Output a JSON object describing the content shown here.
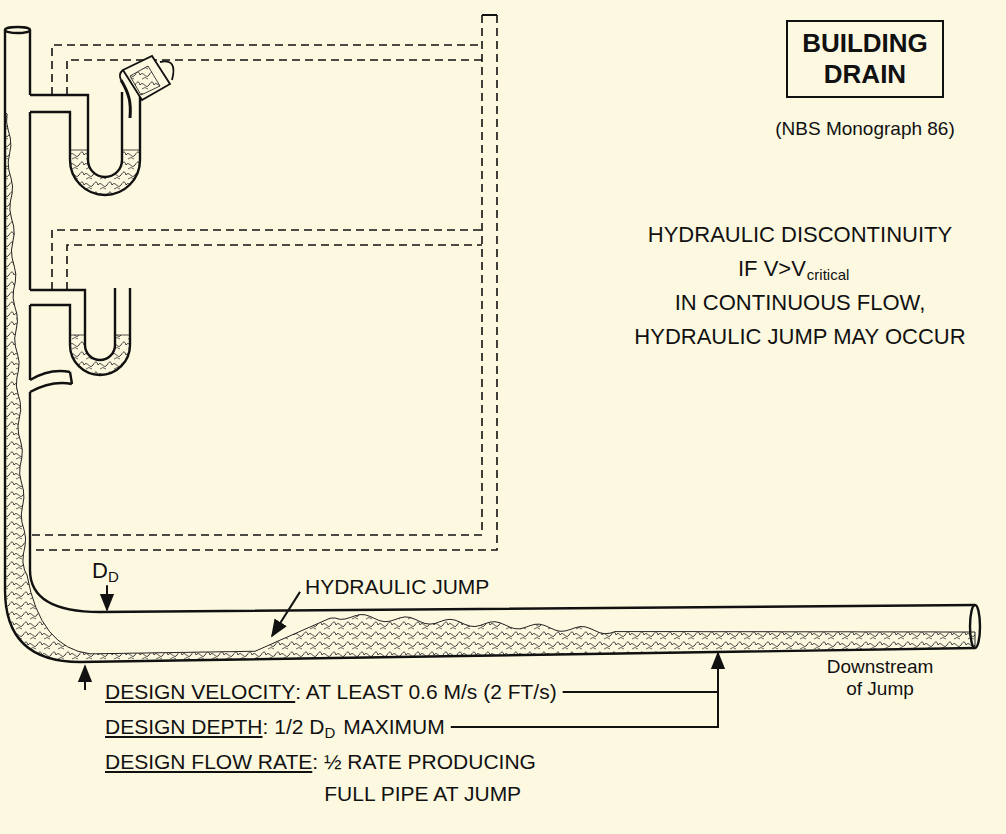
{
  "diagram": {
    "nodes": [
      {
        "text": [
          "BUILDING DRAIN"
        ]
      }
    ],
    "labels": [
      "(NBS Monograph 86)",
      "HYDRAULIC DISCONTINUITY",
      "IF V>V",
      "critical",
      "IN CONTINUOUS FLOW,",
      "HYDRAULIC JUMP MAY OCCUR",
      "D",
      "D",
      "HYDRAULIC JUMP",
      "Downstream of Jump",
      "DESIGN VELOCITY",
      ": AT LEAST 0.6 M/s (2 FT/s)",
      "DESIGN DEPTH",
      ": 1/2 D",
      "D",
      "MAXIMUM",
      "DESIGN FLOW RATE",
      ": ½ RATE PRODUCING",
      "FULL PIPE AT JUMP"
    ]
  }
}
